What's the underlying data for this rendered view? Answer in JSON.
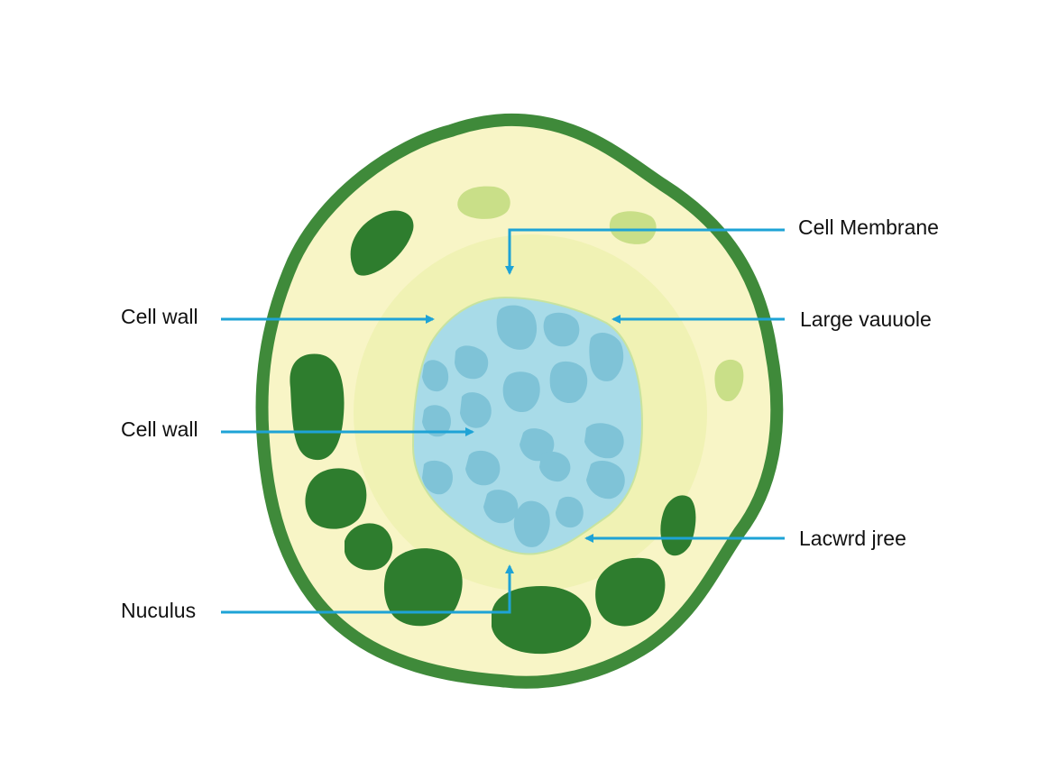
{
  "diagram": {
    "labels": {
      "cell_membrane": "Cell Membrane",
      "cell_wall_top": "Cell wall",
      "large_vacuole": "Large vauuole",
      "cell_wall_middle": "Cell wall",
      "lacwird_jree": "Lacwrd jree",
      "nucleus": "Nuculus"
    },
    "colors": {
      "cell_wall": "#3f8a3a",
      "cytoplasm": "#f8f5c6",
      "inner_zone": "#eef1b0",
      "vacuole": "#a8dbe8",
      "vacuole_spots": "#7fc3d7",
      "chloroplast": "#2e7d2e",
      "light_chloroplast": "#c9df88",
      "pointer": "#1ea3d6"
    }
  }
}
